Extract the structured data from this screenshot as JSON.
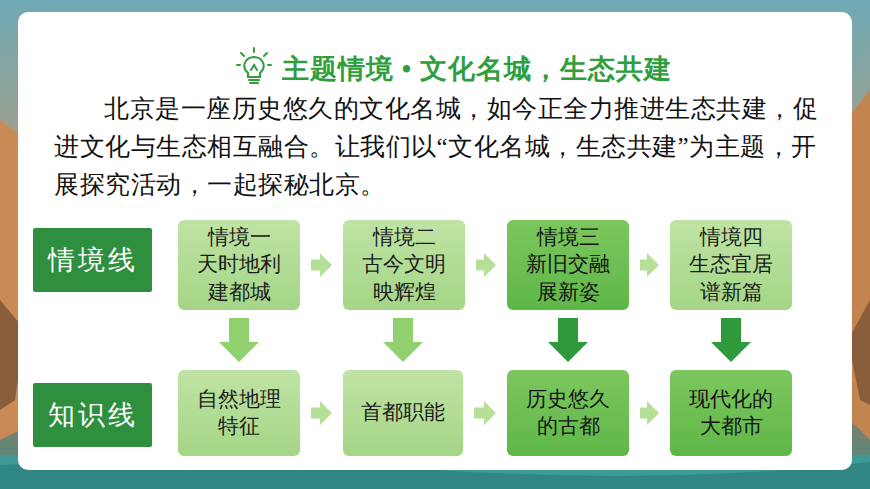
{
  "diagram": {
    "title": "主题情境 • 文化名城，生态共建",
    "nodes": [
      {
        "text": [
          "情境线"
        ]
      },
      {
        "text": [
          "情境一",
          "天时地利 建都城"
        ]
      },
      {
        "text": [
          "情境二",
          "古今文明 映辉煌"
        ]
      },
      {
        "text": [
          "情境三",
          "新旧交融 展新姿"
        ]
      },
      {
        "text": [
          "情境四",
          "生态宜居 谱新篇"
        ]
      },
      {
        "text": [
          "知识线"
        ]
      },
      {
        "text": [
          "自然地理 特征"
        ]
      },
      {
        "text": [
          "首都职能"
        ]
      },
      {
        "text": [
          "历史悠久 的古都"
        ]
      },
      {
        "text": [
          "现代化的 大都市"
        ]
      }
    ],
    "edges": [
      {
        "from": 1,
        "to": 2,
        "arrow": "to"
      },
      {
        "from": 2,
        "to": 3,
        "arrow": "to"
      },
      {
        "from": 3,
        "to": 4,
        "arrow": "to"
      },
      {
        "from": 1,
        "to": 6,
        "arrow": "to"
      },
      {
        "from": 2,
        "to": 7,
        "arrow": "to"
      },
      {
        "from": 3,
        "to": 8,
        "arrow": "to"
      },
      {
        "from": 4,
        "to": 9,
        "arrow": "to"
      },
      {
        "from": 6,
        "to": 7,
        "arrow": "to"
      },
      {
        "from": 7,
        "to": 8,
        "arrow": "to"
      },
      {
        "from": 8,
        "to": 9,
        "arrow": "to"
      }
    ],
    "labels": [
      "北京是一座历史悠久的文化名城，如今正全力推进生态共建，促进文化与生态相互融合。让我们以“文化名城，生态共建”为主题，开展探究活动，一起探秘北京。"
    ]
  }
}
